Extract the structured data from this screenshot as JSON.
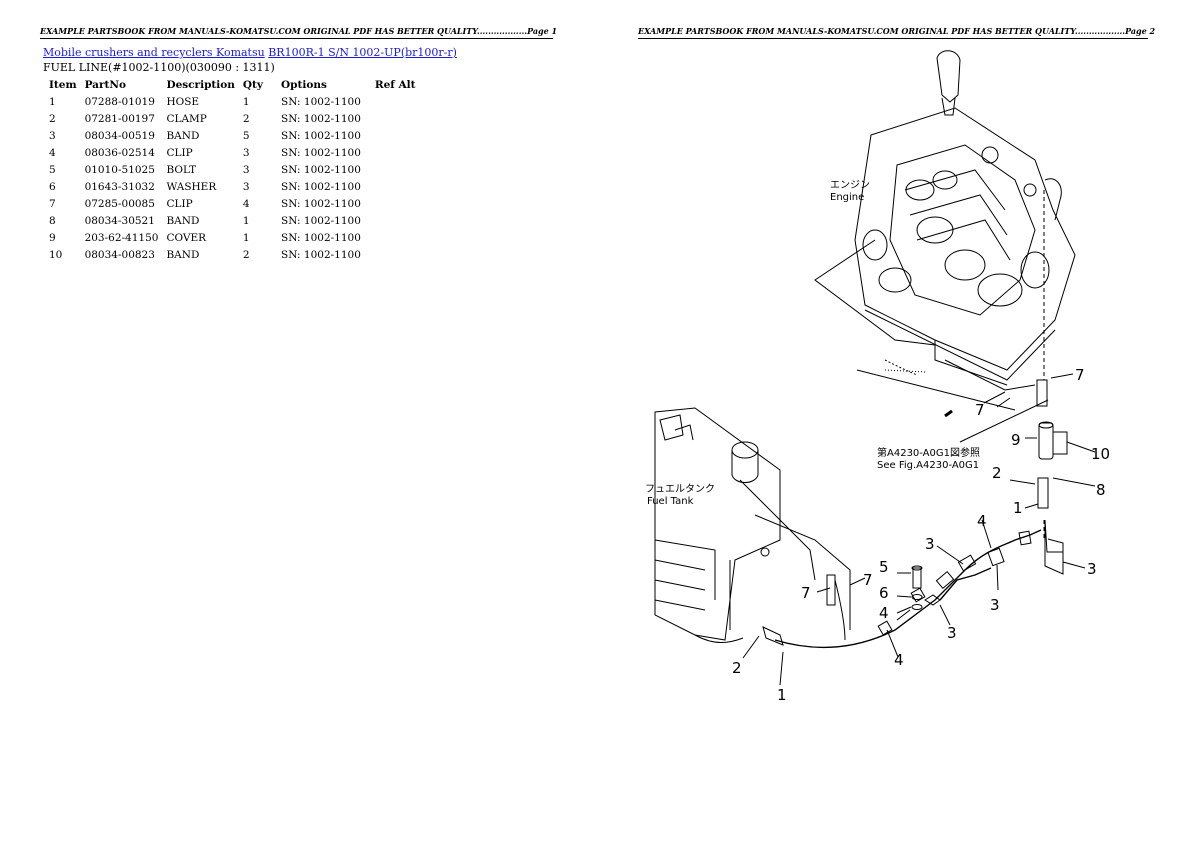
{
  "header": {
    "page1": "EXAMPLE PARTSBOOK FROM MANUALS-KOMATSU.COM ORIGINAL PDF HAS BETTER QUALITY..................Page 1",
    "page2": "EXAMPLE PARTSBOOK FROM MANUALS-KOMATSU.COM ORIGINAL PDF HAS BETTER QUALITY..................Page 2"
  },
  "breadcrumb": {
    "link1": "Mobile crushers and recyclers Komatsu",
    "link2": "BR100R-1 S/N 1002-UP(br100r-r)"
  },
  "section": {
    "title": "FUEL LINE(#1002-1100)(030090 : 1311)"
  },
  "table": {
    "columns": [
      "Item",
      "PartNo",
      "Description",
      "Qty",
      "Options",
      "Ref Alt"
    ],
    "rows": [
      [
        "1",
        "07288-01019",
        "HOSE",
        "1",
        "SN: 1002-1100",
        ""
      ],
      [
        "2",
        "07281-00197",
        "CLAMP",
        "2",
        "SN: 1002-1100",
        ""
      ],
      [
        "3",
        "08034-00519",
        "BAND",
        "5",
        "SN: 1002-1100",
        ""
      ],
      [
        "4",
        "08036-02514",
        "CLIP",
        "3",
        "SN: 1002-1100",
        ""
      ],
      [
        "5",
        "01010-51025",
        "BOLT",
        "3",
        "SN: 1002-1100",
        ""
      ],
      [
        "6",
        "01643-31032",
        "WASHER",
        "3",
        "SN: 1002-1100",
        ""
      ],
      [
        "7",
        "07285-00085",
        "CLIP",
        "4",
        "SN: 1002-1100",
        ""
      ],
      [
        "8",
        "08034-30521",
        "BAND",
        "1",
        "SN: 1002-1100",
        ""
      ],
      [
        "9",
        "203-62-41150",
        "COVER",
        "1",
        "SN: 1002-1100",
        ""
      ],
      [
        "10",
        "08034-00823",
        "BAND",
        "2",
        "SN: 1002-1100",
        ""
      ]
    ]
  },
  "diagram": {
    "engine_jp": "エンジン",
    "engine_en": "Engine",
    "tank_jp": "フュエルタンク",
    "tank_en": "Fuel Tank",
    "ref_jp": "第A4230-A0G1図参照",
    "ref_en": "See Fig.A4230-A0G1",
    "callouts": {
      "c7a": "7",
      "c7b": "7",
      "c9": "9",
      "c10": "10",
      "c2a": "2",
      "c8": "8",
      "c1a": "1",
      "c4a": "4",
      "c3a": "3",
      "c3b": "3",
      "c3c": "3",
      "c3d": "3",
      "c5": "5",
      "c6": "6",
      "c4b": "4",
      "c4c": "4",
      "c7c": "7",
      "c7d": "7",
      "c2b": "2",
      "c1b": "1"
    }
  }
}
